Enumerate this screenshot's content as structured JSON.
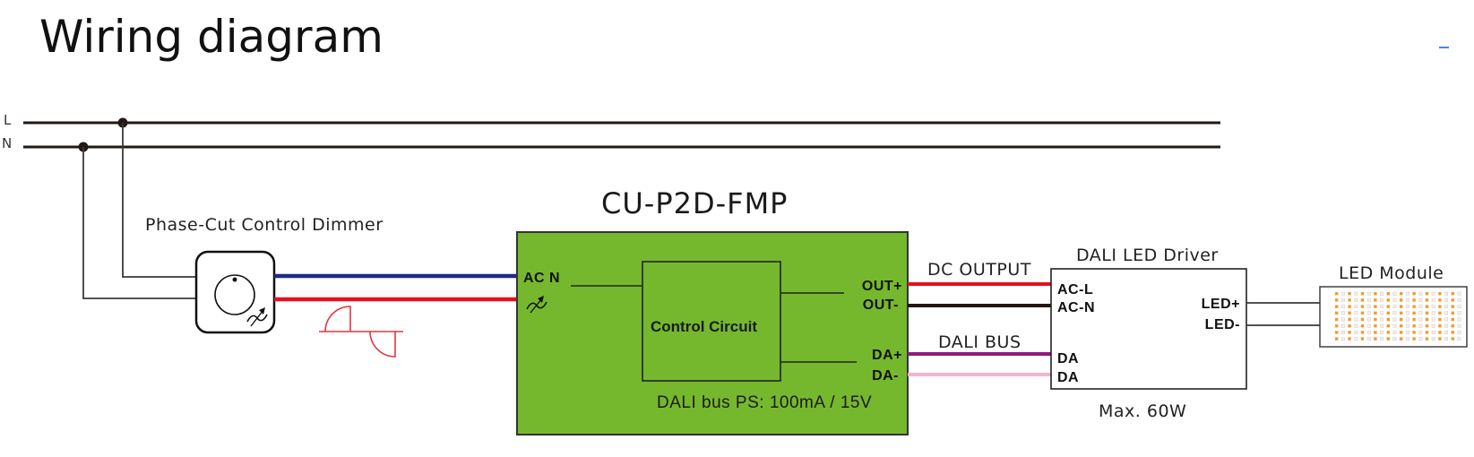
{
  "title": "Wiring diagram",
  "mains": {
    "line_label": "L",
    "neutral_label": "N"
  },
  "dimmer": {
    "label": "Phase-Cut Control Dimmer"
  },
  "controller": {
    "model": "CU-P2D-FMP",
    "input_label": "AC N",
    "inner_block": "Control Circuit",
    "pins": {
      "out_plus": "OUT+",
      "out_minus": "OUT-",
      "da_plus": "DA+",
      "da_minus": "DA-"
    },
    "dali_ps_note": "DALI bus PS: 100mA / 15V"
  },
  "wires": {
    "dc_output_label": "DC OUTPUT",
    "dali_bus_label": "DALI BUS"
  },
  "driver": {
    "label": "DALI LED Driver",
    "pins_in": [
      "AC-L",
      "AC-N",
      "DA",
      "DA"
    ],
    "pins_out": [
      "LED+",
      "LED-"
    ],
    "max_power": "Max. 60W"
  },
  "led_module": {
    "label": "LED Module"
  },
  "colors": {
    "controller_fill": "#75b82e",
    "wire_blue": "#1d2a8c",
    "wire_red": "#e8101c",
    "wire_black": "#231815",
    "wire_purple": "#8e1a7e",
    "wire_pink": "#f3b2d0",
    "led_orange": "#f39a2c",
    "accent_blue": "#4a86e8"
  }
}
